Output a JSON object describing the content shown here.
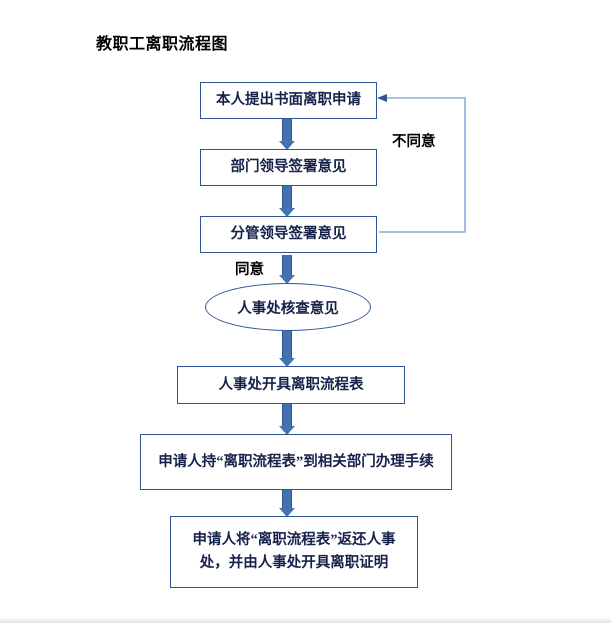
{
  "document": {
    "title": "教职工离职流程图"
  },
  "flowchart": {
    "type": "flowchart",
    "accent_color": "#2f5597",
    "arrow_color": "#4472b0",
    "text_color": "#17224b",
    "nodes": [
      {
        "id": "n1",
        "shape": "rect",
        "label": "本人提出书面离职申请"
      },
      {
        "id": "n2",
        "shape": "rect",
        "label": "部门领导签署意见"
      },
      {
        "id": "n3",
        "shape": "rect",
        "label": "分管领导签署意见"
      },
      {
        "id": "n4",
        "shape": "ellipse",
        "label": "人事处核查意见"
      },
      {
        "id": "n5",
        "shape": "rect",
        "label": "人事处开具离职流程表"
      },
      {
        "id": "n6",
        "shape": "rect",
        "label": "申请人持“离职流程表”到相关部门办理手续"
      },
      {
        "id": "n7",
        "shape": "rect",
        "label_line1": "申请人将“离职流程表”返还人事",
        "label_line2": "处，并由人事处开具离职证明"
      }
    ],
    "edge_labels": {
      "disagree": "不同意",
      "agree": "同意"
    }
  }
}
